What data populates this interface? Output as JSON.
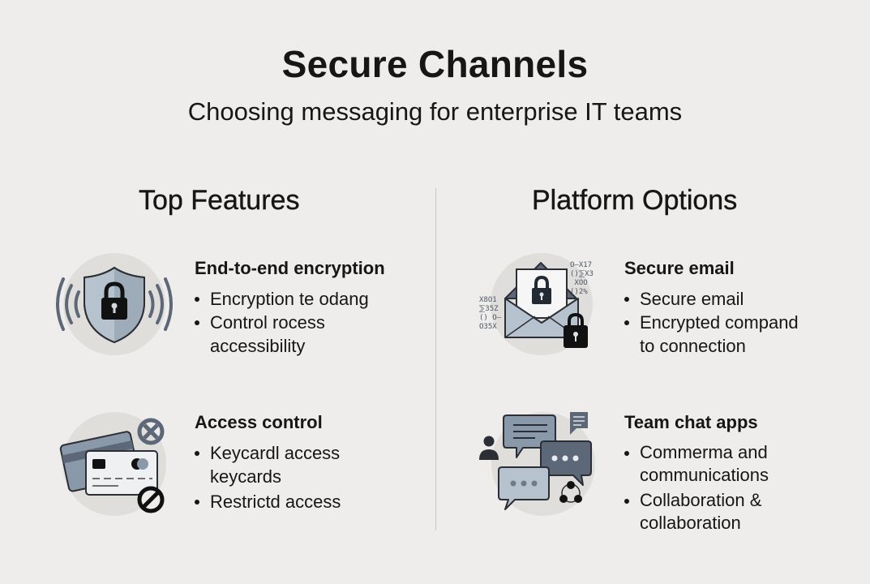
{
  "header": {
    "title": "Secure Channels",
    "subtitle": "Choosing messaging for enterprise IT teams"
  },
  "columns": {
    "left": {
      "heading": "Top Features",
      "items": [
        {
          "icon": "shield-lock-icon",
          "title": "End-to-end encryption",
          "bullets": [
            "Encryption te odang",
            "Control rocess accessibility"
          ]
        },
        {
          "icon": "keycard-access-icon",
          "title": "Access control",
          "bullets": [
            "Keycardl access keycards",
            "Restrictd access"
          ]
        }
      ]
    },
    "right": {
      "heading": "Platform Options",
      "items": [
        {
          "icon": "secure-email-icon",
          "title": "Secure email",
          "bullets": [
            "Secure email",
            "Encrypted compand to connection"
          ],
          "code_glyphs_right": "O—X17\n()⅀X3\n XOO\n()2%",
          "code_glyphs_left": "X8O1\n⅀35Z\n() O—\nO35X"
        },
        {
          "icon": "team-chat-icon",
          "title": "Team chat apps",
          "bullets": [
            "Commerma and communications",
            "Collaboration & collaboration"
          ]
        }
      ]
    }
  },
  "colors": {
    "background": "#efedeb",
    "icon_circle": "#e0dedb",
    "slate_light": "#b7c2cf",
    "slate_mid": "#8a99aa",
    "slate_dark": "#5c6877",
    "ink": "#161616"
  }
}
